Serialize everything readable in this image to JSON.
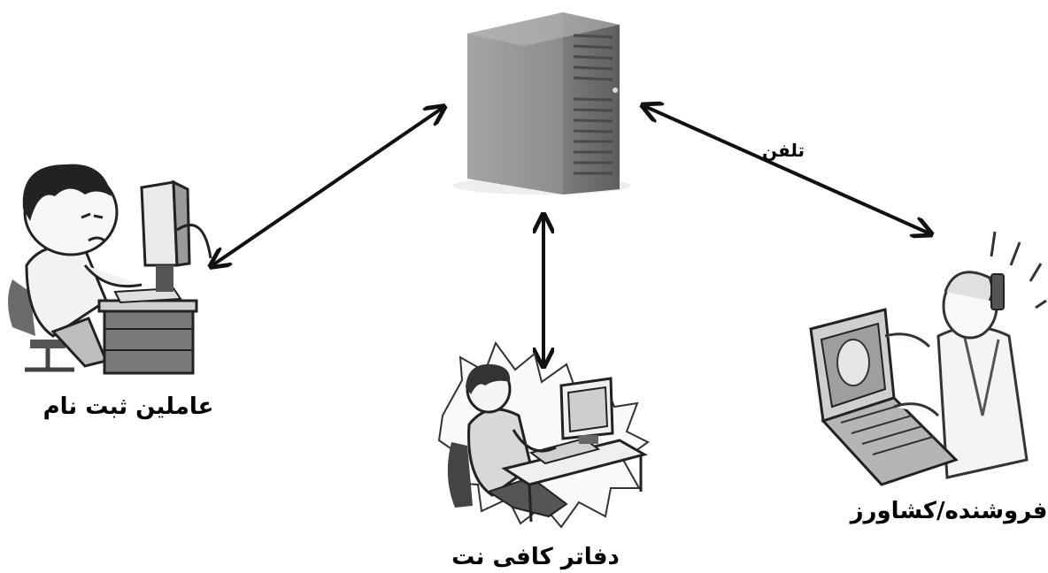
{
  "nodes": {
    "server": {
      "icon": "server-icon"
    },
    "registration_staff": {
      "label": "عاملین ثبت نام",
      "icon": "office-worker-icon"
    },
    "cafe_net": {
      "label": "دفاتر کافی نت",
      "icon": "computer-user-icon"
    },
    "seller_farmer": {
      "label": "فروشنده/کشاورز",
      "icon": "phone-laptop-user-icon"
    }
  },
  "edges": {
    "server_seller": {
      "label": "تلفن"
    }
  },
  "colors": {
    "server_body": "#8a8a8a",
    "server_side": "#6e6e6e",
    "arrow": "#111111"
  }
}
